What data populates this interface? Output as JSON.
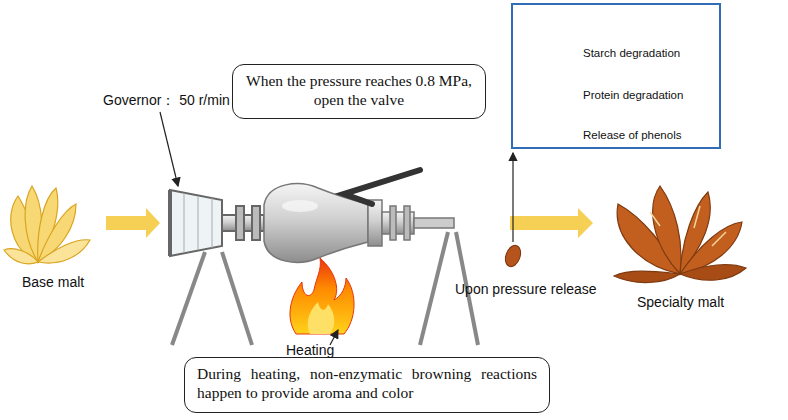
{
  "diagram": {
    "nodes": [
      {
        "text": [
          "When the pressure reaches 0.8 MPa, open the valve"
        ]
      },
      {
        "text": [
          "Starch degradation",
          "Protein degradation",
          "Release of phenols"
        ]
      },
      {
        "text": [
          "During heating, non-enzymatic browning reactions happen to provide aroma and color"
        ]
      }
    ],
    "labels": [
      "Governor： 50 r/min",
      "Base malt",
      "Heating",
      "Upon pressure release",
      "Specialty malt"
    ]
  }
}
